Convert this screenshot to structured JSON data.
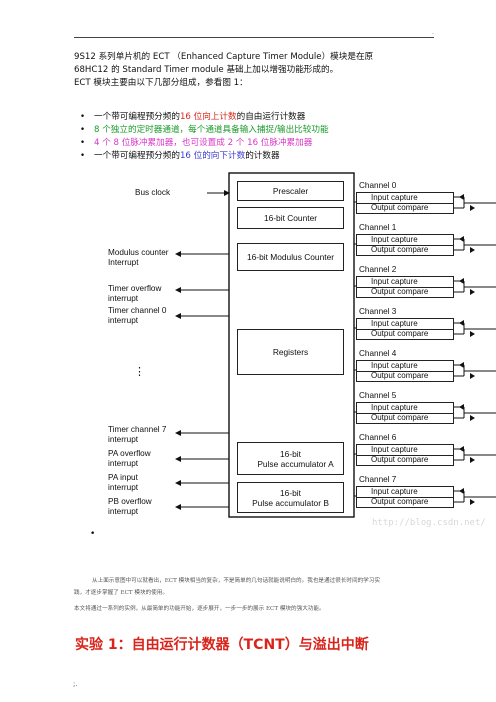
{
  "header": {
    "corner_mark": "."
  },
  "intro": {
    "line1": "9S12 系列单片机的 ECT （Enhanced Capture Timer Module）模块是在原",
    "line2": "68HC12 的 Standard Timer module 基础上加以增强功能形成的。",
    "line3": "ECT 模块主要由以下几部分组成，参看图 1："
  },
  "bullets": [
    {
      "before": "一个带可编程预分频的",
      "highlight": "16 位向上计数",
      "after": "的自由运行计数器",
      "color": "#d9241b"
    },
    {
      "before": "",
      "highlight": "8 个独立的定时器通道，每个通道具备输入捕捉/输出比较功能",
      "after": "",
      "color": "#1a9a2a"
    },
    {
      "before": "",
      "highlight": "4 个 8 位脉冲累加器，也可设置成 2 个 16 位脉冲累加器",
      "after": "",
      "color": "#d836c8"
    },
    {
      "before": "一个带可编程预分频的",
      "highlight": "16 位的向下计数",
      "after": "的计数器",
      "color": "#3a3ad0"
    }
  ],
  "figure": {
    "left_labels": {
      "bus_clock": "Bus clock",
      "modulus_counter_interrupt": [
        "Modulus counter",
        "Interrupt"
      ],
      "timer_overflow_interrupt": [
        "Timer overflow",
        "interrupt"
      ],
      "timer_channel0_interrupt": [
        "Timer channel 0",
        "interrupt"
      ],
      "ellipsis": "⋮",
      "timer_channel7_interrupt": [
        "Timer channel 7",
        "interrupt"
      ],
      "pa_overflow_interrupt": [
        "PA overflow",
        "interrupt"
      ],
      "pa_input_interrupt": [
        "PA input",
        "interrupt"
      ],
      "pb_overflow_interrupt": [
        "PB overflow",
        "interrupt"
      ]
    },
    "blocks": {
      "prescaler": "Prescaler",
      "counter16": "16-bit Counter",
      "modulus_counter": "16-bit Modulus Counter",
      "registers": "Registers",
      "pulse_acc_a": [
        "16-bit",
        "Pulse accumulator A"
      ],
      "pulse_acc_b": [
        "16-bit",
        "Pulse accumulator B"
      ]
    },
    "channels": [
      {
        "name": "Channel 0",
        "capture": "Input capture",
        "compare": "Output compare"
      },
      {
        "name": "Channel 1",
        "capture": "Input capture",
        "compare": "Output compare"
      },
      {
        "name": "Channel 2",
        "capture": "Input capture",
        "compare": "Output compare"
      },
      {
        "name": "Channel 3",
        "capture": "Input capture",
        "compare": "Output compare"
      },
      {
        "name": "Channel 4",
        "capture": "Input capture",
        "compare": "Output compare"
      },
      {
        "name": "Channel 5",
        "capture": "Input capture",
        "compare": "Output compare"
      },
      {
        "name": "Channel 6",
        "capture": "Input capture",
        "compare": "Output compare"
      },
      {
        "name": "Channel 7",
        "capture": "Input capture",
        "compare": "Output compare"
      }
    ],
    "watermark": "http://blog.csdn.net/"
  },
  "empty_bullet": "•",
  "notes": {
    "line1": "从上面示意图中可以就看出，ECT 模块相当的复杂，不是简单的几句话就能说明白的。我也是通过很长时间的学习实",
    "line2": "践，才逐步掌握了 ECT 模块的使用。",
    "line3": "本文将通过一系列的实例，从最简单的功能开始，逐步展开，一步一步的展示 ECT 模块的强大功能。"
  },
  "section_heading": "实验 1：自由运行计数器（TCNT）与溢出中断",
  "footer_mark": ";."
}
